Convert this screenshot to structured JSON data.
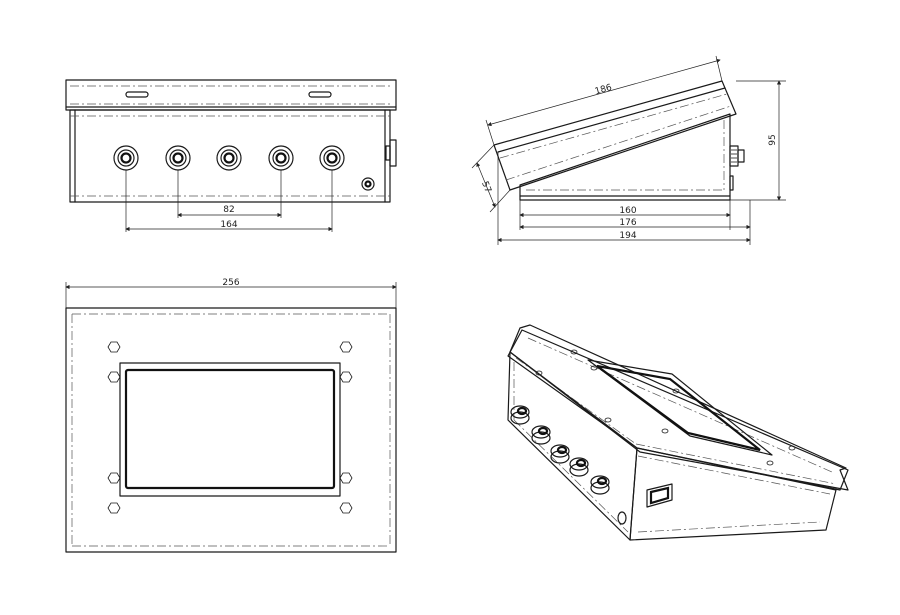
{
  "drawing": {
    "front_view": {
      "dim_gland_inner": "82",
      "dim_gland_outer": "164"
    },
    "side_view": {
      "dim_slope_length": "186",
      "dim_height": "95",
      "dim_front_height": "57",
      "dim_base_160": "160",
      "dim_base_176": "176",
      "dim_base_194": "194"
    },
    "top_view": {
      "dim_width": "256"
    }
  }
}
